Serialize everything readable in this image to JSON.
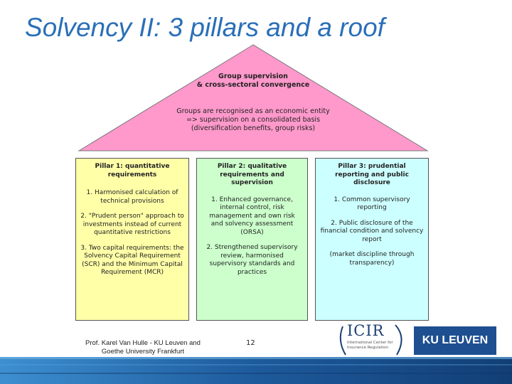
{
  "slide": {
    "title": "Solvency II: 3 pillars and a roof"
  },
  "roof": {
    "heading": "Group supervision\n& cross-sectoral convergence",
    "body": "Groups are recognised as an economic entity\n=> supervision on a consolidated basis\n(diversification benefits, group risks)"
  },
  "pillars": [
    {
      "title": "Pillar 1: quantitative requirements",
      "items": [
        "1. Harmonised calculation of technical provisions",
        "2. \"Prudent person\" approach to investments instead of current quantitative restrictions",
        "3. Two capital requirements: the Solvency Capital Requirement (SCR) and the Minimum Capital Requirement (MCR)"
      ]
    },
    {
      "title": "Pillar 2: qualitative requirements and supervision",
      "items": [
        "1. Enhanced governance, internal control, risk management and own risk and solvency assessment (ORSA)",
        "2. Strengthened supervisory review, harmonised supervisory standards and practices"
      ]
    },
    {
      "title": "Pillar 3: prudential reporting and public disclosure",
      "items": [
        "1. Common supervisory reporting",
        "2. Public disclosure of the financial condition and solvency report",
        "(market discipline through transparency)"
      ]
    }
  ],
  "footer": {
    "author": "Prof. Karel Van Hulle - KU Leuven and Goethe University Frankfurt",
    "page_number": "12",
    "icir_name": "ICIR",
    "icir_subtitle": "International Center for Insurance Regulation",
    "ku_leuven": "KU LEUVEN"
  },
  "colors": {
    "title": "#2a6fb8",
    "roof": "#ff99cc",
    "pillar1": "#ffffa8",
    "pillar2": "#ccffcc",
    "pillar3": "#ccffff",
    "ku_blue": "#1e4f91"
  }
}
